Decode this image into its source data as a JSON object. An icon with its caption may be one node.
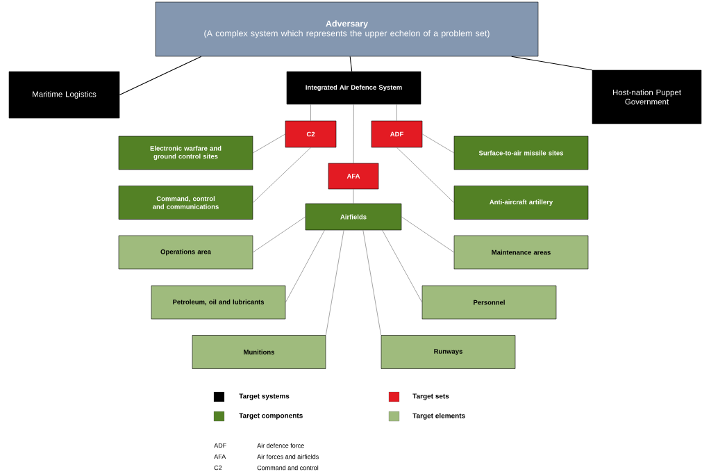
{
  "diagram": {
    "nodes": [
      {
        "text": [
          "Adversary",
          "(A complex system which represents the upper echelon of a problem set)"
        ]
      },
      {
        "text": [
          "Maritime Logistics"
        ]
      },
      {
        "text": [
          "Integrated Air Defence System"
        ]
      },
      {
        "text": [
          "Host-nation Puppet Government"
        ]
      },
      {
        "text": [
          "C2"
        ]
      },
      {
        "text": [
          "ADF"
        ]
      },
      {
        "text": [
          "Electronic warfare and ground control sites"
        ]
      },
      {
        "text": [
          "Surface-to-air missile sites"
        ]
      },
      {
        "text": [
          "AFA"
        ]
      },
      {
        "text": [
          "Command, control and communications"
        ]
      },
      {
        "text": [
          "Anti-aircraft artillery"
        ]
      },
      {
        "text": [
          "Airfields"
        ]
      },
      {
        "text": [
          "Operations area"
        ]
      },
      {
        "text": [
          "Maintenance areas"
        ]
      },
      {
        "text": [
          "Petroleum, oil and lubricants"
        ]
      },
      {
        "text": [
          "Personnel"
        ]
      },
      {
        "text": [
          "Munitions"
        ]
      },
      {
        "text": [
          "Runways"
        ]
      }
    ],
    "edges": [
      {
        "from": 0,
        "to": 1,
        "arrow": "none",
        "color": "#000000"
      },
      {
        "from": 0,
        "to": 2,
        "arrow": "none",
        "color": "#000000"
      },
      {
        "from": 0,
        "to": 3,
        "arrow": "none",
        "color": "#000000"
      },
      {
        "from": 2,
        "to": 4,
        "arrow": "none",
        "color": "#666666"
      },
      {
        "from": 2,
        "to": 5,
        "arrow": "none",
        "color": "#666666"
      },
      {
        "from": 2,
        "to": 8,
        "arrow": "none",
        "color": "#666666"
      },
      {
        "from": 4,
        "to": 6,
        "arrow": "none",
        "color": "#666666"
      },
      {
        "from": 4,
        "to": 9,
        "arrow": "none",
        "color": "#666666"
      },
      {
        "from": 5,
        "to": 7,
        "arrow": "none",
        "color": "#666666"
      },
      {
        "from": 5,
        "to": 10,
        "arrow": "none",
        "color": "#666666"
      },
      {
        "from": 8,
        "to": 11,
        "arrow": "none",
        "color": "#666666"
      },
      {
        "from": 11,
        "to": 12,
        "arrow": "none",
        "color": "#666666"
      },
      {
        "from": 11,
        "to": 13,
        "arrow": "none",
        "color": "#666666"
      },
      {
        "from": 11,
        "to": 14,
        "arrow": "none",
        "color": "#666666"
      },
      {
        "from": 11,
        "to": 15,
        "arrow": "none",
        "color": "#666666"
      },
      {
        "from": 11,
        "to": 16,
        "arrow": "none",
        "color": "#666666"
      },
      {
        "from": 11,
        "to": 17,
        "arrow": "none",
        "color": "#666666"
      }
    ],
    "labels": [
      "ADF",
      "Air defence force",
      "AFA",
      "Air forces and airfields",
      "C2",
      "Command and control"
    ],
    "legend": [
      {
        "text": "Target systems",
        "color": "#000000"
      },
      {
        "text": "Target sets",
        "color": "#e31b23"
      },
      {
        "text": "Target components",
        "color": "#538125"
      },
      {
        "text": "Target elements",
        "color": "#9fbb7d"
      }
    ]
  }
}
